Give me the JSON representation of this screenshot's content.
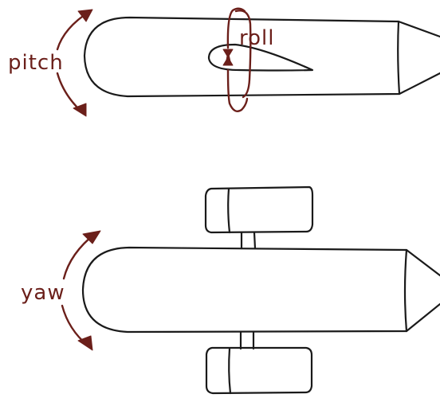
{
  "labels": {
    "pitch": "pitch",
    "roll": "roll",
    "yaw": "yaw"
  },
  "colors": {
    "ink": "#1a1a1a",
    "annotation": "#6b1f1a",
    "background": "#ffffff"
  }
}
